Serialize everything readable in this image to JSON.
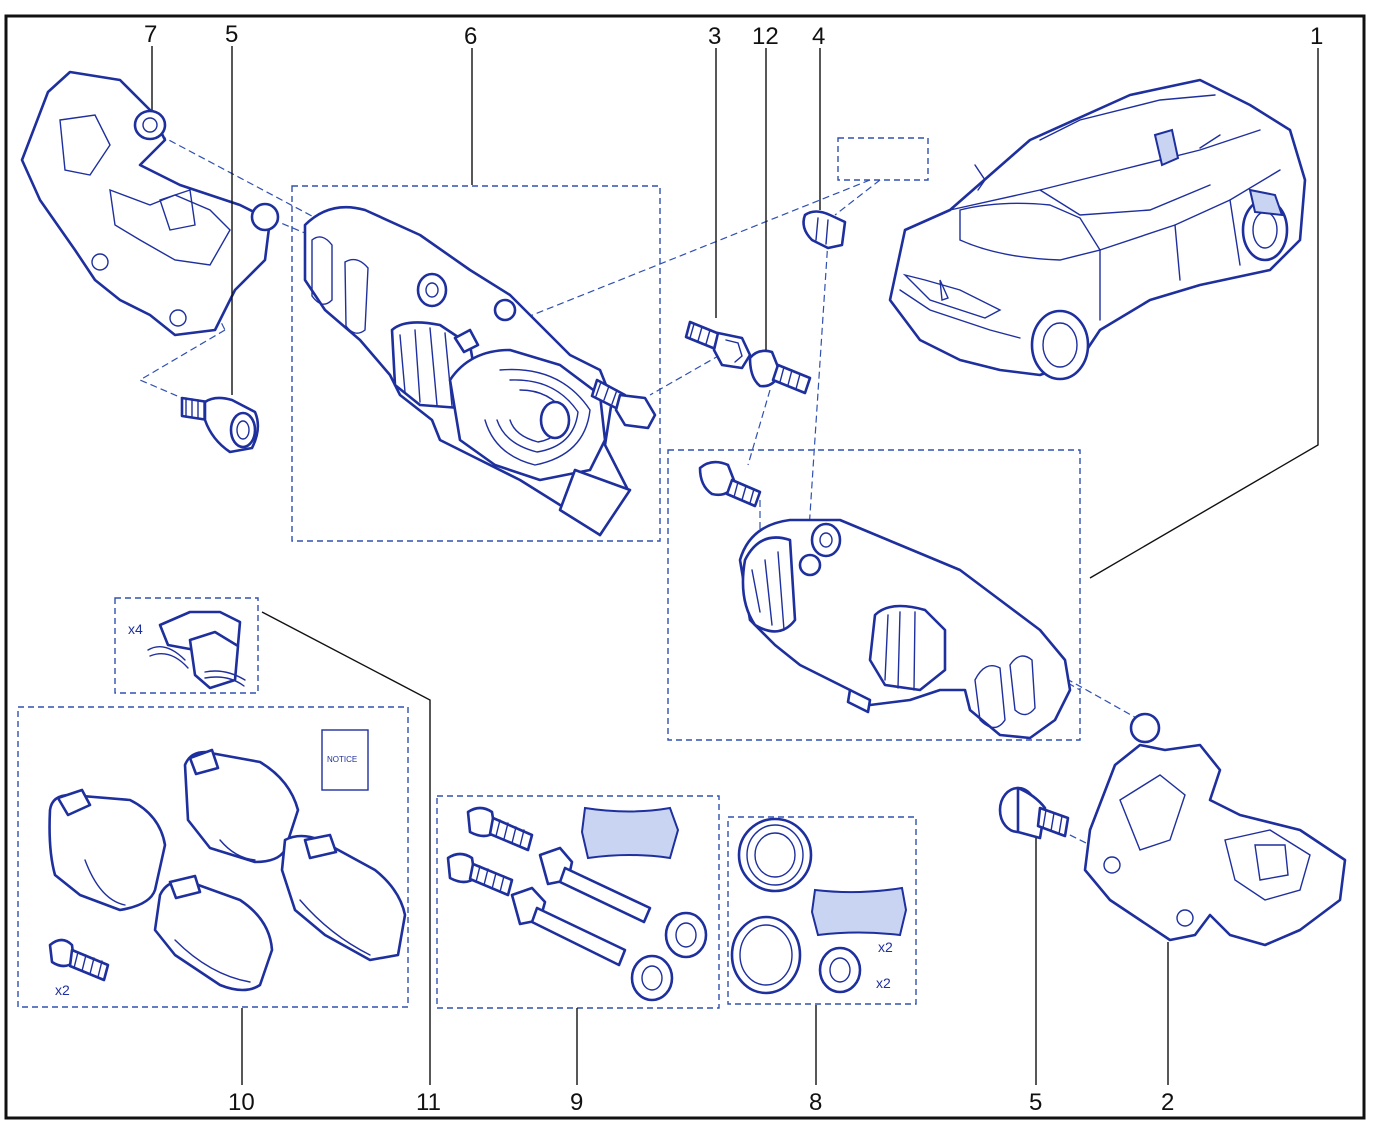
{
  "labels": {
    "n1": "1",
    "n2": "2",
    "n3": "3",
    "n4": "4",
    "n5a": "5",
    "n5b": "5",
    "n6": "6",
    "n7": "7",
    "n8": "8",
    "n9": "9",
    "n10": "10",
    "n11": "11",
    "n12": "12"
  },
  "notes": {
    "clips_qty": "x4",
    "pad_bolts_qty": "x2",
    "notice": "NOTICE",
    "seal_kit_qty1": "x2",
    "seal_kit_qty2": "x2"
  },
  "colors": {
    "line_blue": "#1e2f9e",
    "dash_blue": "#3050b0",
    "frame": "#111111"
  }
}
